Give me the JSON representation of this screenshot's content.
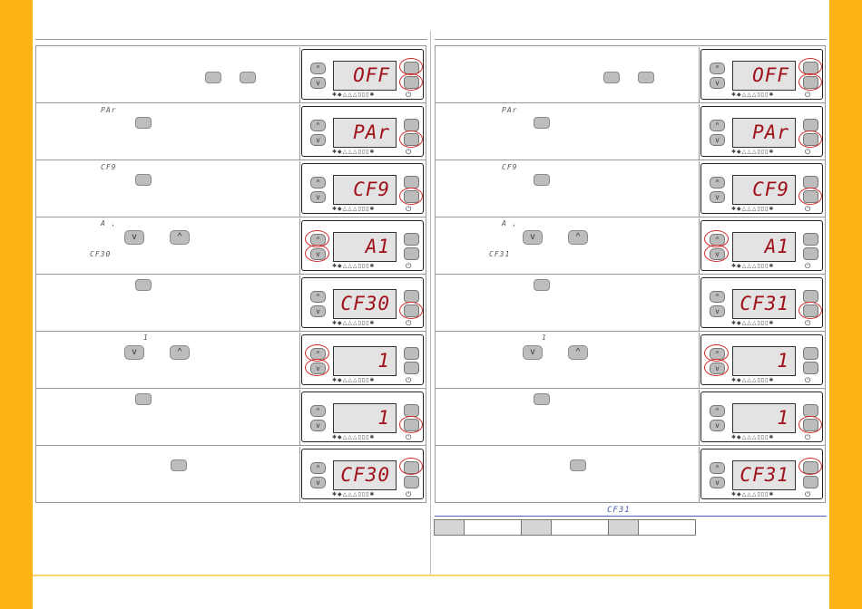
{
  "colors": {
    "side_bar": "#fcb316",
    "lcd_digit": "#a0101a",
    "highlight_ring": "#d22d2d",
    "accent_blue": "#4a5fb5",
    "button_gray": "#bdbdbd"
  },
  "panel": {
    "up_glyph": "^",
    "down_glyph": "v",
    "icon_strip": "✱◆△△△▯▯▯✱",
    "power_glyph": "⏻"
  },
  "left_column": {
    "steps": [
      {
        "display": "OFF",
        "ref": ""
      },
      {
        "display": "PAr",
        "ref": "PAr"
      },
      {
        "display": "CF9",
        "ref": "CF9"
      },
      {
        "display": "A1",
        "ref": "A ,",
        "ref2": "CF30"
      },
      {
        "display": "CF30",
        "ref": ""
      },
      {
        "display": "1",
        "ref": "1"
      },
      {
        "display": "1",
        "ref": ""
      },
      {
        "display": "CF30",
        "ref": ""
      }
    ]
  },
  "right_column": {
    "steps": [
      {
        "display": "OFF",
        "ref": ""
      },
      {
        "display": "PAr",
        "ref": "PAr"
      },
      {
        "display": "CF9",
        "ref": "CF9"
      },
      {
        "display": "A1",
        "ref": "A ,",
        "ref2": "CF31"
      },
      {
        "display": "CF31",
        "ref": ""
      },
      {
        "display": "1",
        "ref": "1"
      },
      {
        "display": "1",
        "ref": ""
      },
      {
        "display": "CF31",
        "ref": ""
      }
    ],
    "footer_code": "CF31"
  }
}
